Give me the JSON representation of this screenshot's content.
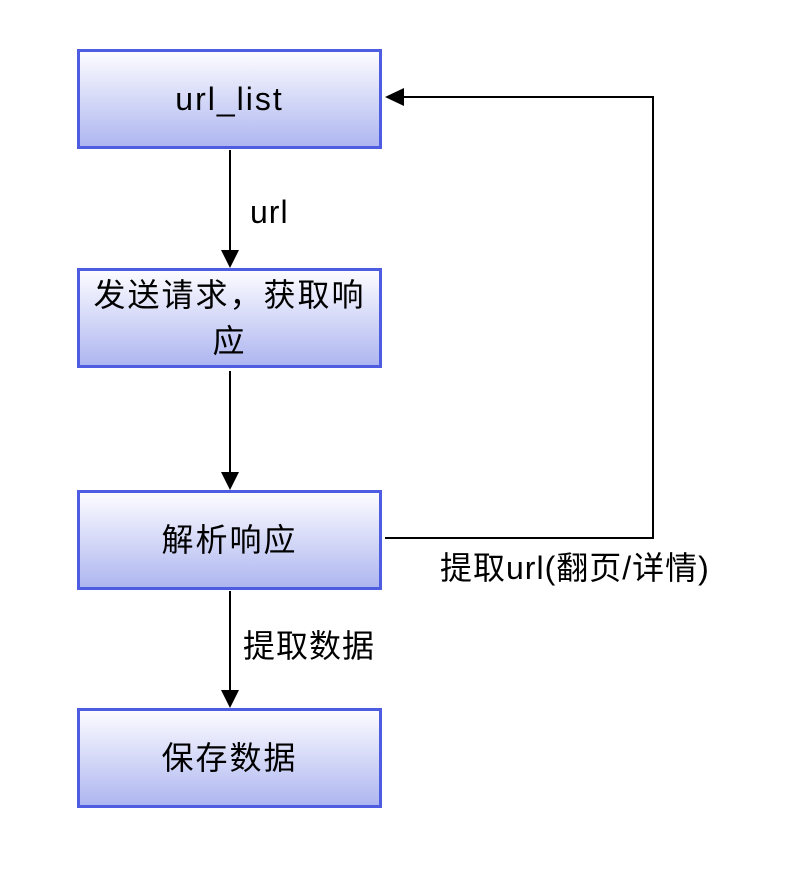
{
  "diagram": {
    "title": "crawler-flowchart",
    "nodes": [
      {
        "id": "url_list",
        "label": "url_list"
      },
      {
        "id": "send_request",
        "label": "发送请求，获取响应"
      },
      {
        "id": "parse_response",
        "label": "解析响应"
      },
      {
        "id": "save_data",
        "label": "保存数据"
      }
    ],
    "edges": [
      {
        "from": "url_list",
        "to": "send_request",
        "label": "url"
      },
      {
        "from": "send_request",
        "to": "parse_response",
        "label": ""
      },
      {
        "from": "parse_response",
        "to": "save_data",
        "label": "提取数据"
      },
      {
        "from": "parse_response",
        "to": "url_list",
        "label": "提取url(翻页/详情)"
      }
    ],
    "colors": {
      "background": "#ffffff",
      "node_border": "#4d5ce0",
      "node_fill_top": "#fcfcff",
      "node_fill_bottom": "#aeb6f0",
      "arrow": "#000000",
      "text": "#000000"
    }
  }
}
